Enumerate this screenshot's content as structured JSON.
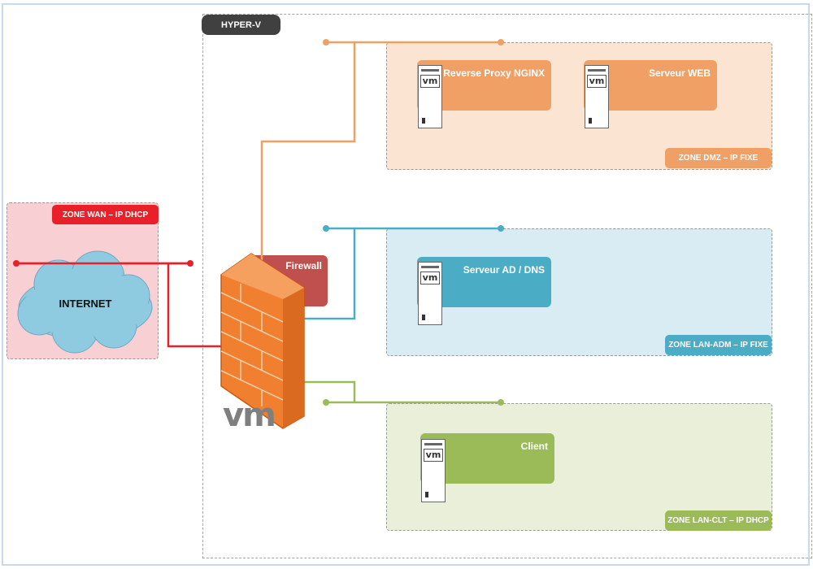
{
  "hyperv": {
    "label": "HYPER-V"
  },
  "zones": {
    "wan": {
      "label": "ZONE WAN – IP DHCP",
      "color": "#e8202a"
    },
    "dmz": {
      "label": "ZONE DMZ – IP FIXE",
      "color": "#f0a065"
    },
    "adm": {
      "label": "ZONE LAN-ADM – IP FIXE",
      "color": "#4bacc6"
    },
    "clt": {
      "label": "ZONE LAN-CLT – IP DHCP",
      "color": "#9bbb59"
    }
  },
  "internet": {
    "label": "INTERNET"
  },
  "firewall": {
    "label": "Firewall",
    "logo": "vm",
    "icon": "firewall-brick-wall-icon"
  },
  "servers": {
    "nginx": {
      "label": "Reverse Proxy NGINX",
      "icon_text": "vm"
    },
    "web": {
      "label": "Serveur WEB",
      "icon_text": "vm"
    },
    "ad": {
      "label": "Serveur AD / DNS",
      "icon_text": "vm"
    },
    "client": {
      "label": "Client",
      "icon_text": "vm"
    }
  },
  "colors": {
    "wan_line": "#e8202a",
    "dmz_line": "#f0a065",
    "adm_line": "#4bacc6",
    "clt_line": "#9bbb59",
    "cloud": "#8fcbe0"
  }
}
